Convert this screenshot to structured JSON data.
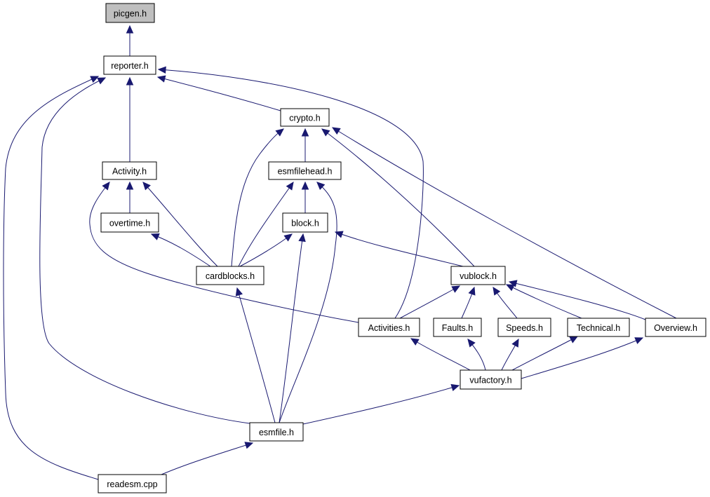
{
  "colors": {
    "edge": "#191970",
    "node_fill": "#ffffff",
    "root_fill": "#bfbfbf",
    "border": "#000000"
  },
  "nodes": [
    {
      "id": "picgen",
      "label": "picgen.h",
      "highlight": true
    },
    {
      "id": "reporter",
      "label": "reporter.h"
    },
    {
      "id": "crypto",
      "label": "crypto.h"
    },
    {
      "id": "activity",
      "label": "Activity.h"
    },
    {
      "id": "esmfilehead",
      "label": "esmfilehead.h"
    },
    {
      "id": "overtime",
      "label": "overtime.h"
    },
    {
      "id": "block",
      "label": "block.h"
    },
    {
      "id": "cardblocks",
      "label": "cardblocks.h"
    },
    {
      "id": "vublock",
      "label": "vublock.h"
    },
    {
      "id": "activities",
      "label": "Activities.h"
    },
    {
      "id": "faults",
      "label": "Faults.h"
    },
    {
      "id": "speeds",
      "label": "Speeds.h"
    },
    {
      "id": "technical",
      "label": "Technical.h"
    },
    {
      "id": "overview",
      "label": "Overview.h"
    },
    {
      "id": "vufactory",
      "label": "vufactory.h"
    },
    {
      "id": "esmfile",
      "label": "esmfile.h"
    },
    {
      "id": "readesm",
      "label": "readesm.cpp"
    }
  ],
  "edges": [
    {
      "from": "reporter",
      "to": "picgen"
    },
    {
      "from": "crypto",
      "to": "reporter"
    },
    {
      "from": "activity",
      "to": "reporter"
    },
    {
      "from": "activities",
      "to": "reporter"
    },
    {
      "from": "esmfile",
      "to": "reporter"
    },
    {
      "from": "readesm",
      "to": "reporter"
    },
    {
      "from": "esmfilehead",
      "to": "crypto"
    },
    {
      "from": "cardblocks",
      "to": "crypto"
    },
    {
      "from": "vublock",
      "to": "crypto"
    },
    {
      "from": "overview",
      "to": "crypto"
    },
    {
      "from": "overtime",
      "to": "activity"
    },
    {
      "from": "cardblocks",
      "to": "activity"
    },
    {
      "from": "activities",
      "to": "activity"
    },
    {
      "from": "block",
      "to": "esmfilehead"
    },
    {
      "from": "cardblocks",
      "to": "esmfilehead"
    },
    {
      "from": "esmfile",
      "to": "esmfilehead"
    },
    {
      "from": "cardblocks",
      "to": "overtime"
    },
    {
      "from": "cardblocks",
      "to": "block"
    },
    {
      "from": "vublock",
      "to": "block"
    },
    {
      "from": "esmfile",
      "to": "block"
    },
    {
      "from": "activities",
      "to": "vublock"
    },
    {
      "from": "faults",
      "to": "vublock"
    },
    {
      "from": "speeds",
      "to": "vublock"
    },
    {
      "from": "technical",
      "to": "vublock"
    },
    {
      "from": "overview",
      "to": "vublock"
    },
    {
      "from": "esmfile",
      "to": "cardblocks"
    },
    {
      "from": "vufactory",
      "to": "activities"
    },
    {
      "from": "vufactory",
      "to": "faults"
    },
    {
      "from": "vufactory",
      "to": "speeds"
    },
    {
      "from": "vufactory",
      "to": "technical"
    },
    {
      "from": "vufactory",
      "to": "overview"
    },
    {
      "from": "esmfile",
      "to": "vufactory"
    },
    {
      "from": "readesm",
      "to": "esmfile"
    }
  ]
}
